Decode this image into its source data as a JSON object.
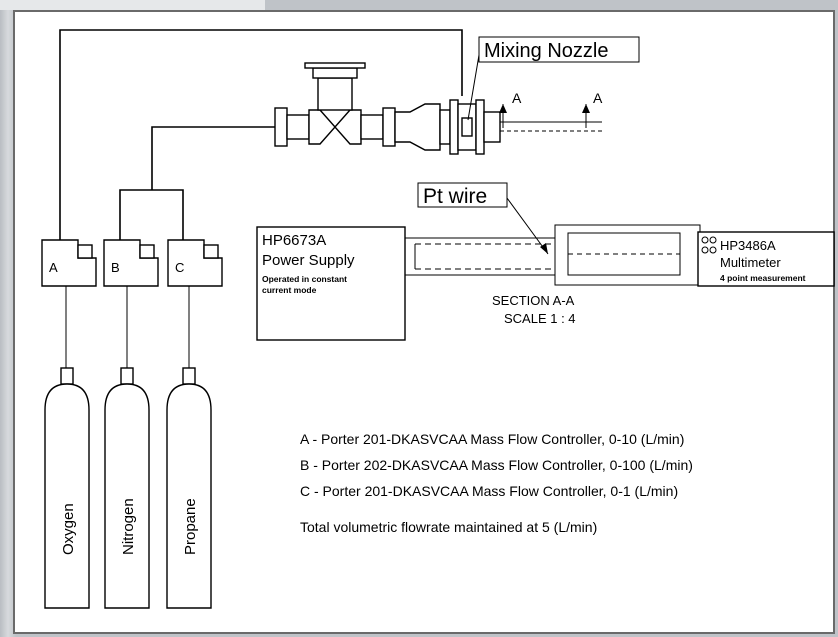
{
  "labels": {
    "mixing_nozzle": "Mixing Nozzle",
    "pt_wire": "Pt wire",
    "section_marker_left": "A",
    "section_marker_right": "A",
    "section_title": "SECTION A-A",
    "section_scale": "SCALE 1 : 4"
  },
  "controllers": [
    {
      "id": "A"
    },
    {
      "id": "B"
    },
    {
      "id": "C"
    }
  ],
  "cylinders": [
    {
      "gas": "Oxygen"
    },
    {
      "gas": "Nitrogen"
    },
    {
      "gas": "Propane"
    }
  ],
  "power_supply": {
    "model": "HP6673A",
    "name": "Power Supply",
    "note_line1": "Operated in constant",
    "note_line2": "current mode"
  },
  "multimeter": {
    "model": "HP3486A",
    "name": "Multimeter",
    "note": "4 point measurement"
  },
  "legend": [
    "A - Porter 201-DKASVCAA Mass Flow Controller, 0-10 (L/min)",
    "B - Porter 202-DKASVCAA Mass Flow Controller, 0-100 (L/min)",
    "C - Porter 201-DKASVCAA Mass Flow Controller, 0-1 (L/min)"
  ],
  "total_flow_note": "Total volumetric flowrate maintained at 5 (L/min)"
}
